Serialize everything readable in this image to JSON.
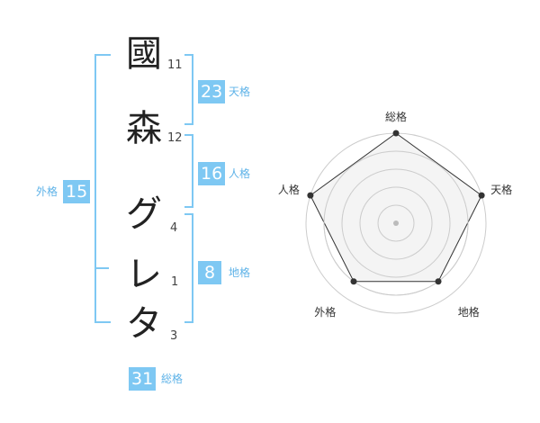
{
  "name": {
    "chars": [
      {
        "char": "國",
        "strokes": "11"
      },
      {
        "char": "森",
        "strokes": "12"
      },
      {
        "char": "グ",
        "strokes": "4"
      },
      {
        "char": "レ",
        "strokes": "1"
      },
      {
        "char": "タ",
        "strokes": "3"
      }
    ]
  },
  "fortunes": {
    "tenkaku": {
      "value": "23",
      "label": "天格"
    },
    "jinkaku": {
      "value": "16",
      "label": "人格"
    },
    "chikaku": {
      "value": "8",
      "label": "地格"
    },
    "gaikaku": {
      "value": "15",
      "label": "外格"
    },
    "soukaku": {
      "value": "31",
      "label": "総格"
    }
  },
  "chart_data": {
    "type": "radar",
    "axes": [
      "総格",
      "天格",
      "地格",
      "外格",
      "人格"
    ],
    "values": [
      5,
      5,
      4,
      4,
      5
    ],
    "max": 5,
    "rings": 5,
    "colors": {
      "fill": "#f2f2f2",
      "line": "#333333",
      "grid": "#cccccc",
      "center": "#bbbbbb"
    }
  },
  "colors": {
    "accent": "#7ec8f3",
    "label": "#5fb3e8"
  }
}
